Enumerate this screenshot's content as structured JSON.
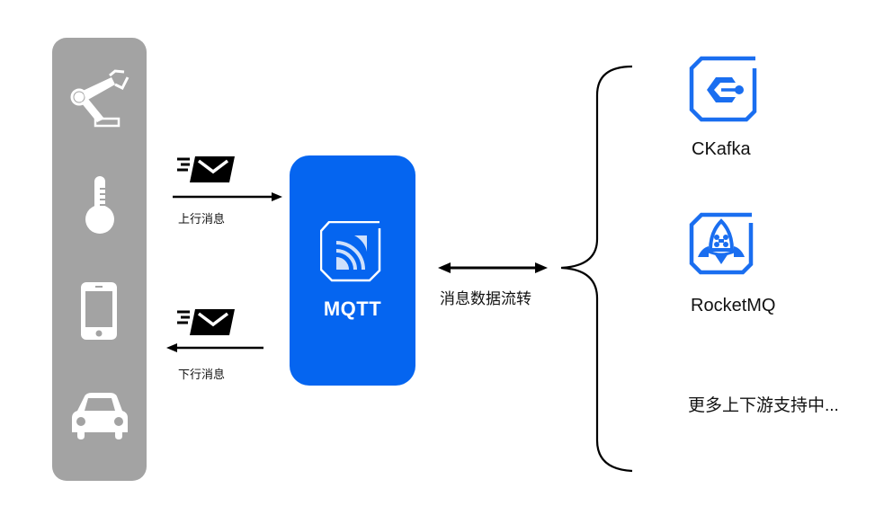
{
  "colors": {
    "panel": "#a3a3a3",
    "accent": "#0565f0",
    "icon_blue": "#1a6ef0",
    "line": "#000000"
  },
  "devices": [
    {
      "name": "robot-arm",
      "icon": "robot-arm-icon"
    },
    {
      "name": "thermometer",
      "icon": "thermometer-icon"
    },
    {
      "name": "smartphone",
      "icon": "smartphone-icon"
    },
    {
      "name": "car",
      "icon": "car-icon"
    }
  ],
  "flows": {
    "upstream": {
      "label": "上行消息",
      "icon": "envelope-icon",
      "direction": "right"
    },
    "downstream": {
      "label": "下行消息",
      "icon": "envelope-icon",
      "direction": "left"
    }
  },
  "broker": {
    "label": "MQTT",
    "icon": "mqtt-signal-icon"
  },
  "data_flow": {
    "label": "消息数据流转",
    "direction": "bidirectional"
  },
  "targets": [
    {
      "label": "CKafka",
      "icon": "ckafka-icon"
    },
    {
      "label": "RocketMQ",
      "icon": "rocketmq-icon"
    }
  ],
  "more": {
    "label": "更多上下游支持中..."
  }
}
